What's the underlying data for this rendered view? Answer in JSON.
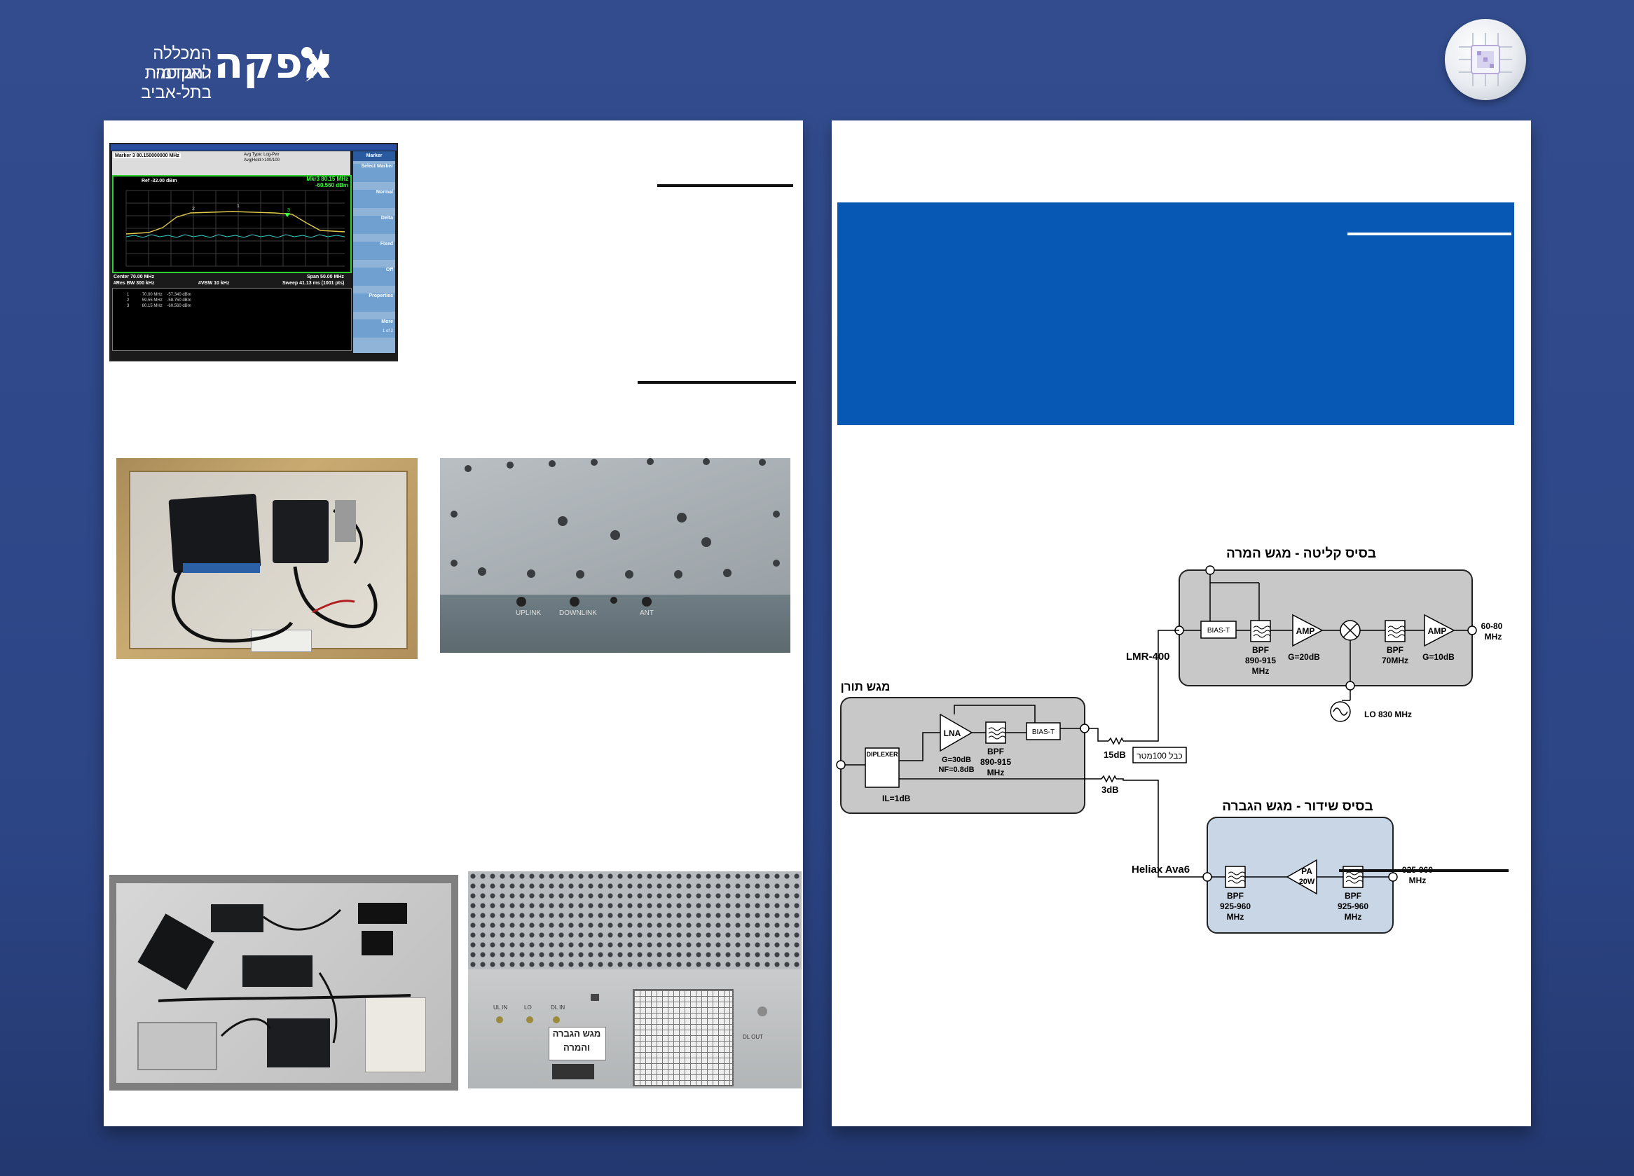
{
  "header": {
    "logo_name": "אפקה",
    "logo_line1": "המכללה האקדמית",
    "logo_line2": "להנדסה בתל-אביב",
    "badge_icon": "chip-icon"
  },
  "spectrum": {
    "marker_readout": "Marker 3  80.150000000 MHz",
    "mkr_value": "Mkr3 80.15 MHz",
    "mkr_level": "-60.560 dBm",
    "ref_level": "Ref -32.00 dBm",
    "center": "Center 70.00 MHz",
    "span": "Span 50.00 MHz",
    "res_bw": "#Res BW 300 kHz",
    "vbw": "#VBW 10 kHz",
    "sweep": "Sweep  41.13 ms (1001 pts)",
    "avg_type": "Avg Type: Log-Pwr",
    "avg_hold": "Avg|Hold:>100/100",
    "soft_keys": [
      "Marker",
      "Select Marker",
      "Normal",
      "Delta",
      "Fixed",
      "Off",
      "Properties",
      "More"
    ],
    "soft_key_page": "1 of 2",
    "table_rows": [
      {
        "n": "1",
        "x": "70.00 MHz",
        "y": "-57.340 dBm"
      },
      {
        "n": "2",
        "x": "59.55 MHz",
        "y": "-58.750 dBm"
      },
      {
        "n": "3",
        "x": "80.15 MHz",
        "y": "-60.560 dBm"
      }
    ]
  },
  "photo_labels": {
    "uplink": "UPLINK",
    "downlink": "DOWNLINK",
    "ant": "ANT",
    "ul_in": "UL IN",
    "lo": "LO",
    "dl_in": "DL IN",
    "dl_out": "DL OUT",
    "unit_label_1": "מגש הגברה",
    "unit_label_2": "והמרה"
  },
  "diagram": {
    "rx_title": "בסיס קליטה - מגש המרה",
    "tx_title": "בסיס שידור - מגש הגברה",
    "tower_title": "מגש תורן",
    "bias_t": "BIAS-T",
    "bpf": "BPF",
    "amp": "AMP",
    "lna": "LNA",
    "pa": "PA",
    "pa_power": "20W",
    "diplexer": "DIPLEXER",
    "rx_bpf1_freq": "890-915",
    "rx_bpf1_unit": "MHz",
    "rx_amp1_gain": "G=20dB",
    "rx_bpf2_freq": "70MHz",
    "rx_amp2_gain": "G=10dB",
    "rx_out_freq": "60-80",
    "rx_out_unit": "MHz",
    "lo_label": "LO 830 MHz",
    "lna_gain": "G=30dB",
    "lna_nf": "NF=0.8dB",
    "tower_bpf_freq": "890-915",
    "tower_bpf_unit": "MHz",
    "diplexer_il": "IL=1dB",
    "cable_rx": "LMR-400",
    "cable_tx": "Heliax Ava6",
    "atten_rx": "15dB",
    "atten_tx": "3dB",
    "cable_note": "כבל 100מטר",
    "tx_bpf_freq": "925-960",
    "tx_bpf_unit": "MHz",
    "tx_out_freq": "925-960",
    "tx_out_unit": "MHz"
  },
  "colors": {
    "background": "#2f4a8c",
    "panel": "#ffffff",
    "blue_box": "#0757b5",
    "rx_block": "#c8c8c8",
    "tx_block": "#c9d6e6"
  }
}
